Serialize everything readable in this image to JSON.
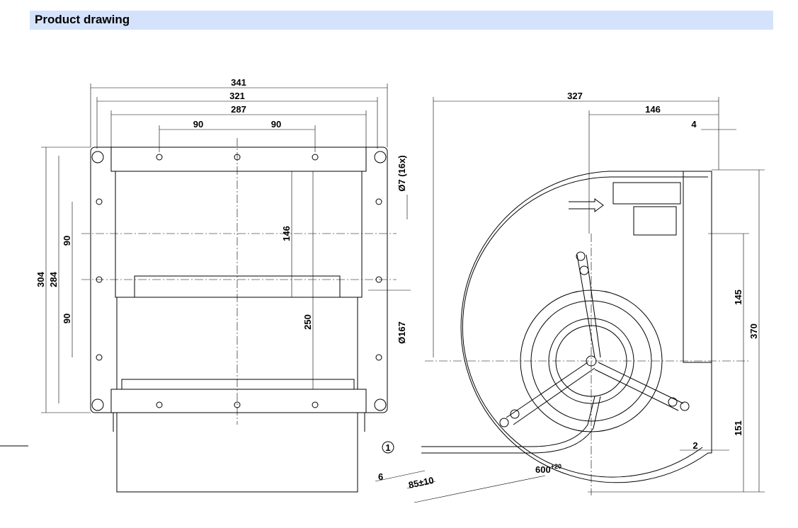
{
  "header": {
    "title": "Product drawing"
  },
  "front_view": {
    "dims": {
      "d341": "341",
      "d321": "321",
      "d287": "287",
      "d90a": "90",
      "d90b": "90",
      "d304": "304",
      "d284": "284",
      "d90c": "90",
      "d90d": "90",
      "d146": "146",
      "d250": "250",
      "hole": "Ø7 (16x)",
      "outlet": "Ø167"
    }
  },
  "side_view": {
    "dims": {
      "d327": "327",
      "d146": "146",
      "d4": "4",
      "d370": "370",
      "d145": "145",
      "d151": "151",
      "d2": "2",
      "cable": "600",
      "cable_tol": "+20",
      "strip": "6",
      "lead": "85±10"
    },
    "callout": "1"
  }
}
